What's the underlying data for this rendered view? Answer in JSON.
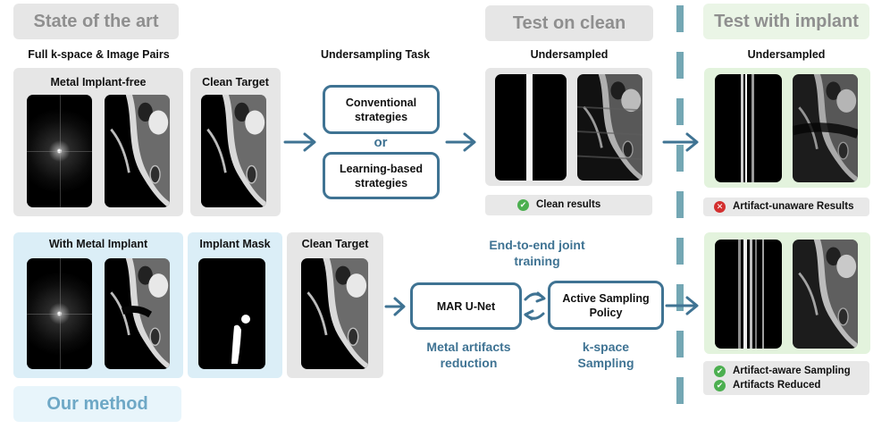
{
  "headers": {
    "state_of_art": "State of the art",
    "test_clean": "Test on clean",
    "test_implant": "Test with implant",
    "our_method": "Our method"
  },
  "labels": {
    "full_kspace_pairs": "Full k-space & Image Pairs",
    "undersampling_task": "Undersampling Task",
    "undersampled_clean": "Undersampled",
    "undersampled_implant": "Undersampled",
    "metal_implant_free": "Metal Implant-free",
    "clean_target_top": "Clean Target",
    "with_metal_implant": "With Metal Implant",
    "implant_mask": "Implant Mask",
    "clean_target_bottom": "Clean Target"
  },
  "boxes": {
    "conventional": "Conventional strategies",
    "or": "or",
    "learning_based": "Learning-based strategies",
    "mar_unet": "MAR U-Net",
    "active_sampling": "Active Sampling Policy"
  },
  "captions": {
    "end_to_end": "End-to-end joint training",
    "metal_artifacts": "Metal artifacts reduction",
    "kspace_sampling": "k-space Sampling"
  },
  "results": {
    "clean_results": "Clean results",
    "artifact_unaware": "Artifact-unaware Results",
    "artifact_aware": "Artifact-aware Sampling",
    "artifacts_reduced": "Artifacts Reduced"
  },
  "colors": {
    "accent": "#3f7393",
    "gray_panel": "#e6e6e6",
    "blue_panel": "#dbeef7",
    "green_panel": "#e3f3dd",
    "ok": "#4caf50",
    "bad": "#d32f2f"
  }
}
